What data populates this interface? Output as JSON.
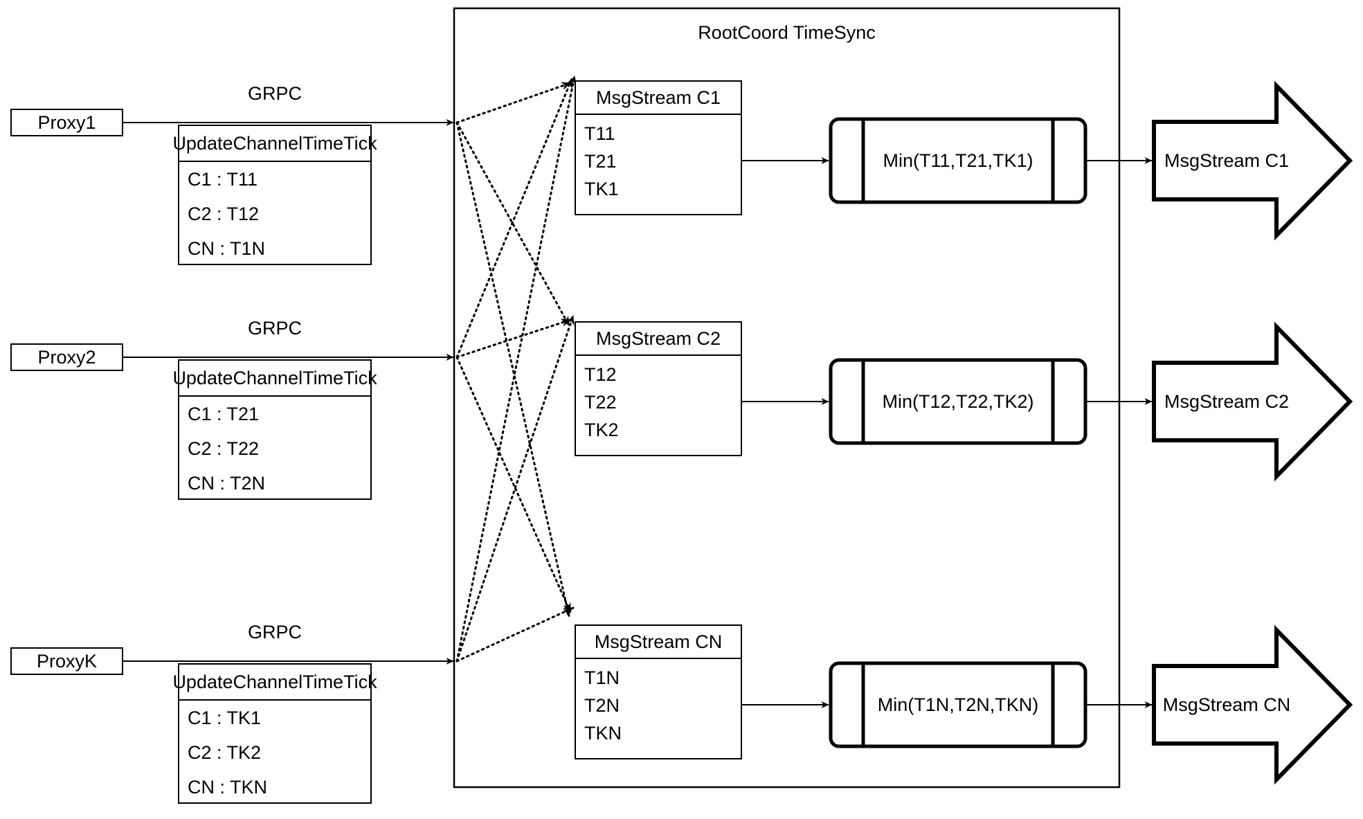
{
  "diagram": {
    "container_title": "RootCoord TimeSync",
    "proxies": [
      {
        "name": "Proxy1",
        "link_label": "GRPC",
        "rpc_title": "UpdateChannelTimeTick",
        "rows": [
          "C1 :  T11",
          "C2 :  T12",
          "CN : T1N"
        ]
      },
      {
        "name": "Proxy2",
        "link_label": "GRPC",
        "rpc_title": "UpdateChannelTimeTick",
        "rows": [
          "C1 :  T21",
          "C2 :  T22",
          "CN : T2N"
        ]
      },
      {
        "name": "ProxyK",
        "link_label": "GRPC",
        "rpc_title": "UpdateChannelTimeTick",
        "rows": [
          "C1 :  TK1",
          "C2 :  TK2",
          "CN : TKN"
        ]
      }
    ],
    "channels": [
      {
        "stream_title": "MsgStream C1",
        "ticks": [
          "T11",
          "T21",
          "TK1"
        ],
        "min_label": "Min(T11,T21,TK1)",
        "output_label": "MsgStream C1"
      },
      {
        "stream_title": "MsgStream C2",
        "ticks": [
          "T12",
          "T22",
          "TK2"
        ],
        "min_label": "Min(T12,T22,TK2)",
        "output_label": "MsgStream C2"
      },
      {
        "stream_title": "MsgStream CN",
        "ticks": [
          "T1N",
          "T2N",
          "TKN"
        ],
        "min_label": "Min(T1N,T2N,TKN)",
        "output_label": "MsgStream CN"
      }
    ],
    "colors": {
      "stroke": "#000000",
      "background": "#ffffff"
    }
  }
}
